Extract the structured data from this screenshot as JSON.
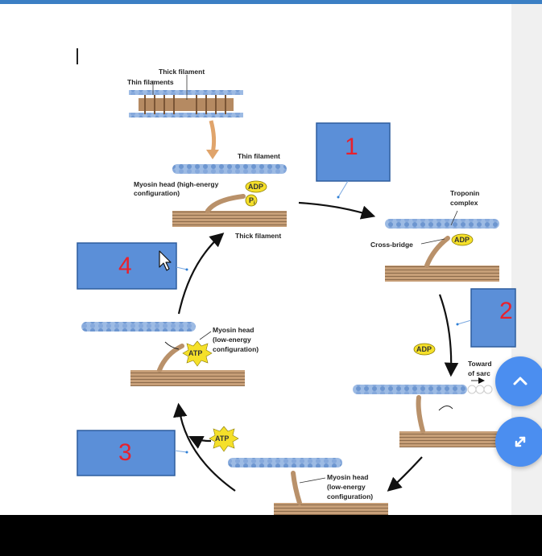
{
  "labels": {
    "thick_filament_top": "Thick filament",
    "thin_filaments_top": "Thin filaments",
    "thin_filament": "Thin filament",
    "myosin_high_1": "Myosin head (high-energy",
    "myosin_high_2": "configuration)",
    "thick_filament": "Thick filament",
    "troponin_1": "Troponin",
    "troponin_2": "complex",
    "cross_bridge": "Cross-bridge",
    "toward_1": "Toward",
    "toward_2": "of sarc",
    "myosin_low_a1": "Myosin head",
    "myosin_low_a2": "(low-energy",
    "myosin_low_a3": "configuration)",
    "myosin_low_b1": "Myosin head",
    "myosin_low_b2": "(low-energy",
    "myosin_low_b3": "configuration)"
  },
  "badges": {
    "adp": "ADP",
    "pi": "P",
    "pi_sub": "i",
    "atp": "ATP"
  },
  "boxes": {
    "b1": "1",
    "b2": "2",
    "b3": "3",
    "b4": "4"
  },
  "colors": {
    "answer_box": "#5b8fd8",
    "actin": "#7fa6d9",
    "thick": "#b9916a",
    "badge": "#f5e02a",
    "fab": "#4b8ef0",
    "box_number": "#e8212d"
  },
  "icons": {
    "up": "chevron-up-icon",
    "expand": "expand-diagonal-icon",
    "cursor": "mouse-pointer-icon"
  }
}
